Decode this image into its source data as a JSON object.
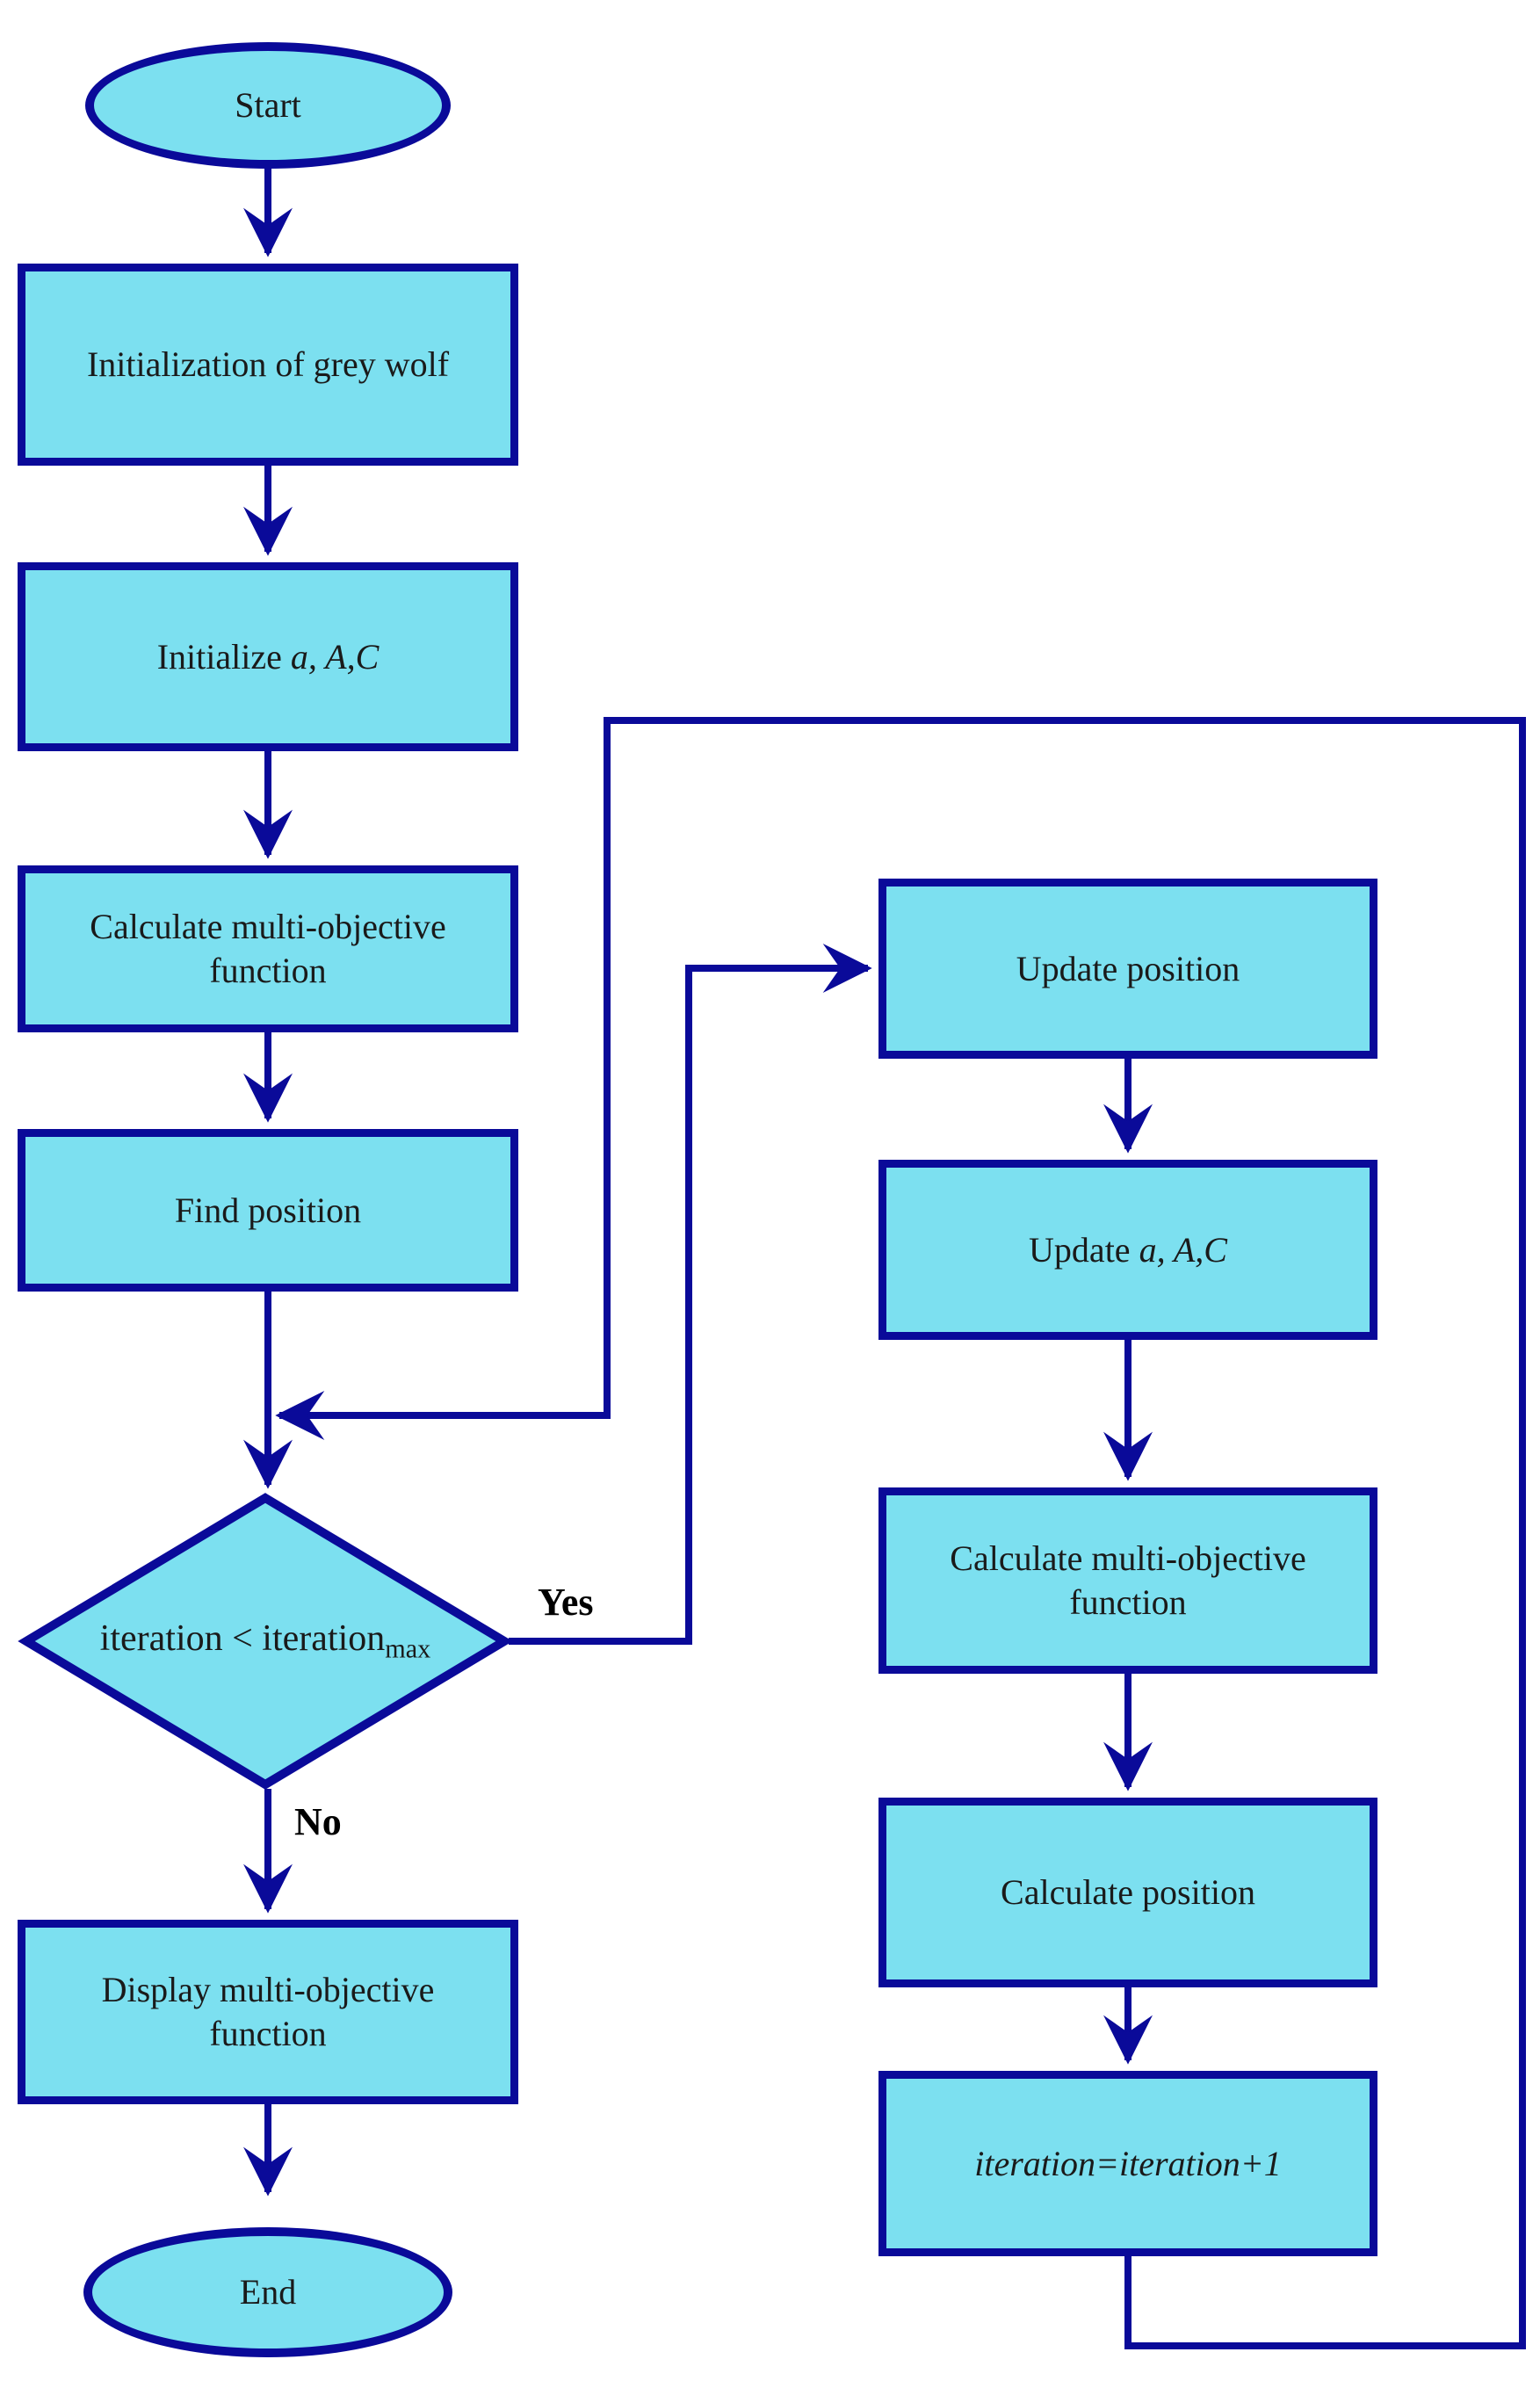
{
  "flowchart": {
    "colors": {
      "node_fill": "#7ce0f0",
      "node_border": "#0a0a99",
      "connector": "#0a0a99",
      "text": "#1a1a1a",
      "branch_label_text": "#000000"
    },
    "nodes": {
      "start": {
        "type": "terminator",
        "label": "Start"
      },
      "init_grey_wolf": {
        "type": "process",
        "label": "Initialization of grey wolf"
      },
      "initialize_aac": {
        "type": "process",
        "prefix": "Initialize ",
        "math": "a, A,C"
      },
      "calc_multi_objective_left": {
        "type": "process",
        "label": "Calculate multi-objective function"
      },
      "find_position": {
        "type": "process",
        "label": "Find position"
      },
      "iteration_check": {
        "type": "decision",
        "main": "iteration < iteration",
        "sub": "max"
      },
      "display_multi_objective": {
        "type": "process",
        "label": "Display multi-objective function"
      },
      "end": {
        "type": "terminator",
        "label": "End"
      },
      "update_position": {
        "type": "process",
        "label": "Update position"
      },
      "update_aac": {
        "type": "process",
        "prefix": "Update ",
        "math": "a, A,C"
      },
      "calc_multi_objective_right": {
        "type": "process",
        "label": "Calculate multi-objective function"
      },
      "calculate_position": {
        "type": "process",
        "label": "Calculate position"
      },
      "iteration_increment": {
        "type": "process",
        "math": "iteration=iteration+1"
      }
    },
    "branch_labels": {
      "yes": "Yes",
      "no": "No"
    }
  }
}
